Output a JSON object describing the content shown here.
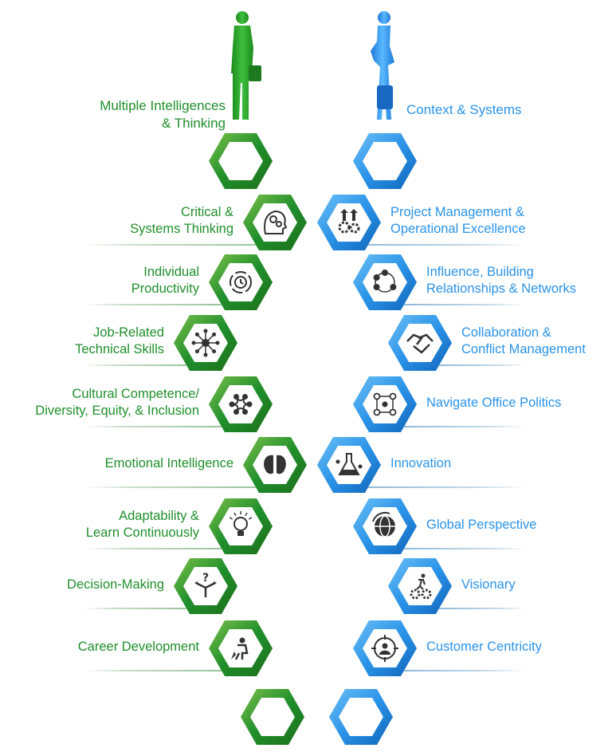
{
  "figure": {
    "left_title": "Multiple Intelligences\n& Thinking",
    "right_title": "Context & Systems",
    "colors": {
      "green": "#1f8f2b",
      "green_dark": "#1e6f1a",
      "green_light": "#7cc04a",
      "blue": "#2a93e8",
      "blue_dark": "#0f64b8",
      "blue_light": "#6cc0f5",
      "icon": "#333333"
    },
    "left_figure": "man-silhouette",
    "right_figure": "woman-silhouette"
  },
  "left_items": [
    {
      "label": "Critical &\nSystems Thinking",
      "icon": "head-gears-icon"
    },
    {
      "label": "Individual\nProductivity",
      "icon": "clock-cycle-icon"
    },
    {
      "label": "Job-Related\nTechnical Skills",
      "icon": "network-hub-icon"
    },
    {
      "label": "Cultural Competence/\nDiversity, Equity, & Inclusion",
      "icon": "diversity-circle-icon"
    },
    {
      "label": "Emotional Intelligence",
      "icon": "brain-icon"
    },
    {
      "label": "Adaptability &\nLearn Continuously",
      "icon": "lightbulb-icon"
    },
    {
      "label": "Decision-Making",
      "icon": "crossroads-question-icon"
    },
    {
      "label": "Career Development",
      "icon": "rocket-person-icon"
    }
  ],
  "right_items": [
    {
      "label": "Project Management &\nOperational Excellence",
      "icon": "gears-arrows-icon"
    },
    {
      "label": "Influence, Building\nRelationships & Networks",
      "icon": "people-network-icon"
    },
    {
      "label": "Collaboration &\nConflict Management",
      "icon": "handshake-icon"
    },
    {
      "label": "Navigate Office Politics",
      "icon": "org-people-icon"
    },
    {
      "label": "Innovation",
      "icon": "flask-icon"
    },
    {
      "label": "Global Perspective",
      "icon": "globe-icon"
    },
    {
      "label": "Visionary",
      "icon": "runner-gears-icon"
    },
    {
      "label": "Customer Centricity",
      "icon": "target-person-icon"
    }
  ]
}
